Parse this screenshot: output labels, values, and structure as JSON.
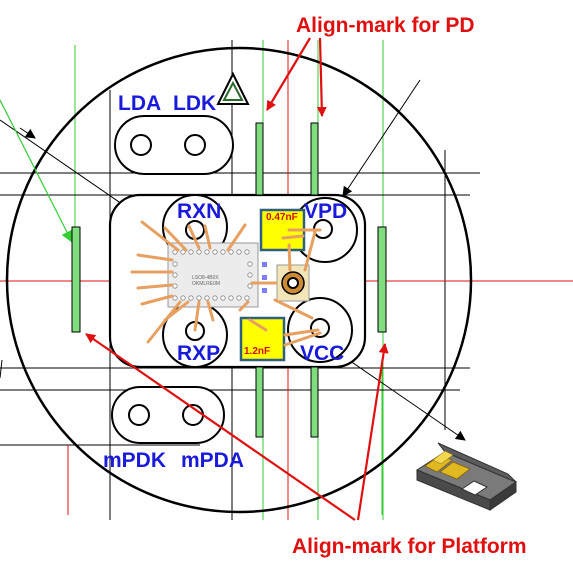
{
  "callouts": {
    "pd": "Align-mark for PD",
    "platform": "Align-mark for Platform"
  },
  "pins": {
    "lda": "LDA",
    "ldk": "LDK",
    "rxn": "RXN",
    "rxp": "RXP",
    "vpd": "VPD",
    "vcc": "VCC",
    "mpdk": "mPDK",
    "mpda": "mPDA"
  },
  "capacitors": {
    "top": "0.47nF",
    "bottom": "1.2nF"
  },
  "chip": {
    "line1": "LSO8-4B0X",
    "line2": "OKMLRE0M"
  },
  "colors": {
    "pin_label": "#1a1adb",
    "callout": "#e01010",
    "align_mark_fill": "#7fdc7f",
    "capacitor_fill": "#ffff00",
    "wire_bond": "#e8a060"
  },
  "icons": {
    "orientation_mark": "triangle-icon"
  }
}
